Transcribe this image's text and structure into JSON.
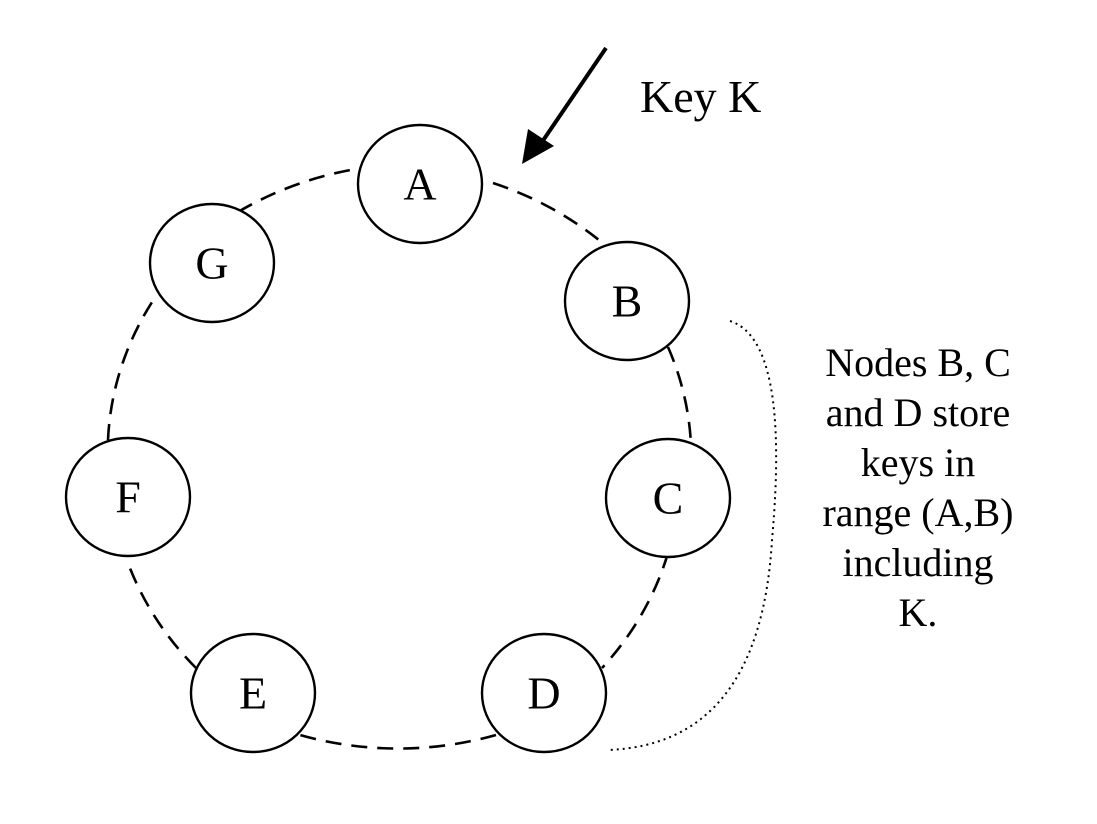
{
  "diagram": {
    "key_label": "Key K",
    "nodes": [
      {
        "id": "a",
        "label": "A"
      },
      {
        "id": "b",
        "label": "B"
      },
      {
        "id": "c",
        "label": "C"
      },
      {
        "id": "d",
        "label": "D"
      },
      {
        "id": "e",
        "label": "E"
      },
      {
        "id": "f",
        "label": "F"
      },
      {
        "id": "g",
        "label": "G"
      }
    ],
    "note_lines": [
      "Nodes B, C",
      "and D store",
      "keys in",
      "range (A,B)",
      "including",
      "K."
    ]
  }
}
